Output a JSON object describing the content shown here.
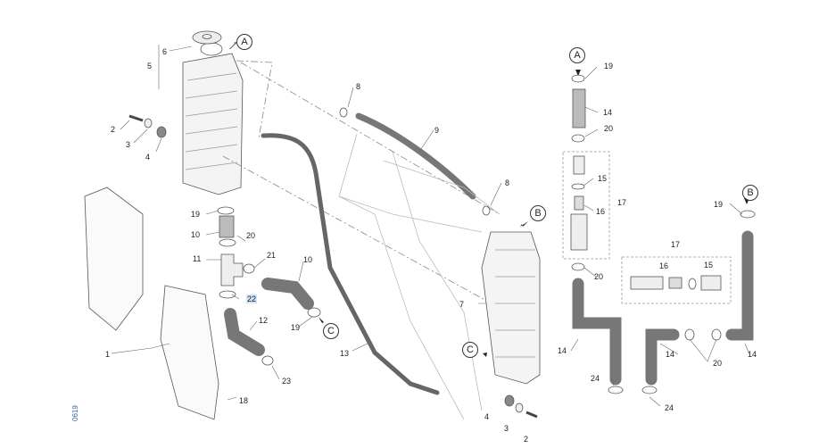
{
  "diagram": {
    "title": "Radiator cooling system exploded parts diagram",
    "drawing_code": "0619",
    "highlight_color": "#cfe3f7",
    "callouts": [
      {
        "id": "A-left",
        "letter": "A"
      },
      {
        "id": "A-right",
        "letter": "A"
      },
      {
        "id": "B-center",
        "letter": "B"
      },
      {
        "id": "B-right",
        "letter": "B"
      },
      {
        "id": "C-left",
        "letter": "C"
      },
      {
        "id": "C-center",
        "letter": "C"
      }
    ],
    "part_labels": [
      {
        "ref": "1",
        "part": "radiator guard"
      },
      {
        "ref": "2",
        "part": "screw (left)"
      },
      {
        "ref": "2",
        "part": "screw (right)"
      },
      {
        "ref": "3",
        "part": "spacer (left)"
      },
      {
        "ref": "3",
        "part": "spacer (right)"
      },
      {
        "ref": "4",
        "part": "rubber grommet (left)"
      },
      {
        "ref": "4",
        "part": "rubber grommet (right)"
      },
      {
        "ref": "5",
        "part": "left radiator assembly"
      },
      {
        "ref": "6",
        "part": "radiator cap"
      },
      {
        "ref": "7",
        "part": "right radiator"
      },
      {
        "ref": "8",
        "part": "clip (upper)"
      },
      {
        "ref": "8",
        "part": "clip (lower)"
      },
      {
        "ref": "9",
        "part": "overflow hose"
      },
      {
        "ref": "10",
        "part": "hose (short)"
      },
      {
        "ref": "10",
        "part": "hose (curved)"
      },
      {
        "ref": "11",
        "part": "T-fitting"
      },
      {
        "ref": "12",
        "part": "hose (lower)"
      },
      {
        "ref": "13",
        "part": "long hose"
      },
      {
        "ref": "14",
        "part": "hose (upper right)"
      },
      {
        "ref": "14",
        "part": "hose (left bend)"
      },
      {
        "ref": "14",
        "part": "hose (middle bend)"
      },
      {
        "ref": "14",
        "part": "hose (far right)"
      },
      {
        "ref": "15",
        "part": "o-ring (vertical)"
      },
      {
        "ref": "15",
        "part": "o-ring (horizontal)"
      },
      {
        "ref": "16",
        "part": "thermostat (vertical)"
      },
      {
        "ref": "16",
        "part": "thermostat (horizontal)"
      },
      {
        "ref": "17",
        "part": "thermostat assembly (vertical)"
      },
      {
        "ref": "17",
        "part": "thermostat assembly (horizontal)"
      },
      {
        "ref": "18",
        "part": "fastener"
      },
      {
        "ref": "19",
        "part": "clamp (left stack)"
      },
      {
        "ref": "19",
        "part": "clamp (hose 10)"
      },
      {
        "ref": "19",
        "part": "clamp (A top)"
      },
      {
        "ref": "19",
        "part": "clamp (B top)"
      },
      {
        "ref": "20",
        "part": "clamp (left stack)"
      },
      {
        "ref": "20",
        "part": "clamp (right upper)"
      },
      {
        "ref": "20",
        "part": "clamp (right middle)"
      },
      {
        "ref": "20",
        "part": "clamps (thermostat horizontal)"
      },
      {
        "ref": "21",
        "part": "clamp"
      },
      {
        "ref": "22",
        "part": "clamp (highlighted)"
      },
      {
        "ref": "23",
        "part": "clamp"
      },
      {
        "ref": "24",
        "part": "clamp (left)"
      },
      {
        "ref": "24",
        "part": "clamp (right)"
      }
    ]
  }
}
